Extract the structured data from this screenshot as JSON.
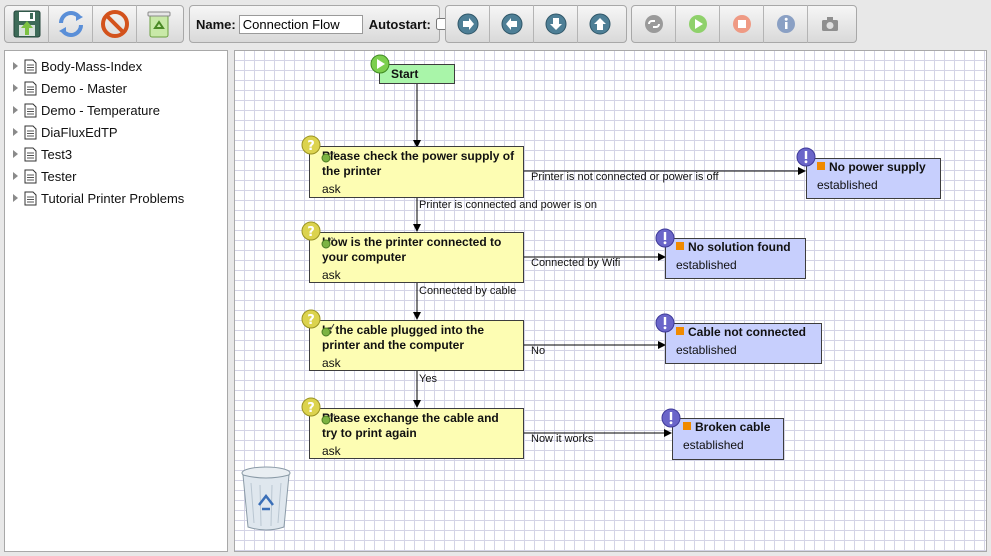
{
  "toolbar": {
    "name_label": "Name:",
    "name_value": "Connection Flow",
    "autostart_label": "Autostart:",
    "buttons_left": [
      "save-icon",
      "refresh-icon",
      "cancel-icon",
      "recycle-icon"
    ],
    "buttons_nav": [
      "arrow-right-icon",
      "arrow-left-icon",
      "arrow-down-icon",
      "arrow-up-icon"
    ],
    "buttons_run": [
      "link-icon",
      "play-icon",
      "stop-icon",
      "info-icon",
      "camera-icon"
    ]
  },
  "sidebar": {
    "items": [
      {
        "label": "Body-Mass-Index"
      },
      {
        "label": "Demo - Master"
      },
      {
        "label": "Demo - Temperature"
      },
      {
        "label": "DiaFluxEdTP"
      },
      {
        "label": "Test3"
      },
      {
        "label": "Tester"
      },
      {
        "label": "Tutorial Printer Problems"
      }
    ]
  },
  "flow": {
    "start": {
      "label": "Start"
    },
    "questions": [
      {
        "title": "Please check the power supply of the printer",
        "sub": "ask"
      },
      {
        "title": "How is the printer connected to your computer",
        "sub": "ask"
      },
      {
        "title": "Is the cable plugged into the printer and the computer",
        "sub": "ask"
      },
      {
        "title": "Please exchange the cable and try to print again",
        "sub": "ask"
      }
    ],
    "solutions": [
      {
        "title": "No power supply",
        "sub": "established"
      },
      {
        "title": "No solution found",
        "sub": "established"
      },
      {
        "title": "Cable not connected",
        "sub": "established"
      },
      {
        "title": "Broken cable",
        "sub": "established"
      }
    ],
    "edge_labels": {
      "q1_to_s1": "Printer is not connected or power is off",
      "q1_to_q2": "Printer is connected and power is on",
      "q2_to_s2": "Connected by Wifi",
      "q2_to_q3": "Connected by cable",
      "q3_to_s3": "No",
      "q3_to_q4": "Yes",
      "q4_to_s4": "Now it works"
    },
    "colors": {
      "question": "#fdfdb3",
      "solution": "#c7cffd",
      "start": "#a9f5a9"
    }
  },
  "trash": {
    "icon": "trash-icon"
  }
}
